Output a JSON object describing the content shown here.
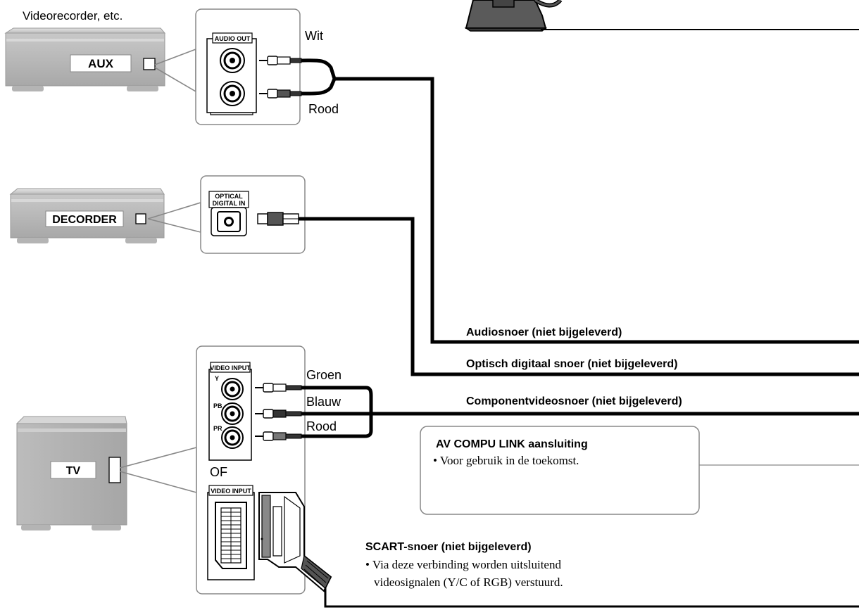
{
  "devices": {
    "vcr_caption": "Videorecorder, etc.",
    "aux_label": "AUX",
    "decorder_label": "DECORDER",
    "tv_label": "TV"
  },
  "panels": {
    "audio_out": "AUDIO OUT",
    "optical_line1": "OPTICAL",
    "optical_line2": "DIGITAL IN",
    "video_input": "VIDEO INPUT",
    "y": "Y",
    "pb": "PB",
    "pr": "PR",
    "or_label": "OF",
    "video_input_scart": "VIDEO INPUT"
  },
  "colors": {
    "wit": "Wit",
    "rood": "Rood",
    "groen": "Groen",
    "blauw": "Blauw",
    "rood2": "Rood"
  },
  "cables": {
    "audio": "Audiosnoer (niet bijgeleverd)",
    "optical": "Optisch digitaal snoer (niet bijgeleverd)",
    "component": "Componentvideosnoer (niet bijgeleverd)"
  },
  "av_link": {
    "title": "AV COMPU LINK aansluiting",
    "note": "• Voor gebruik in de toekomst."
  },
  "scart": {
    "title": "SCART-snoer (niet bijgeleverd)",
    "note_line1": "• Via deze verbinding worden uitsluitend",
    "note_line2": "videosignalen (Y/C of RGB) verstuurd."
  }
}
